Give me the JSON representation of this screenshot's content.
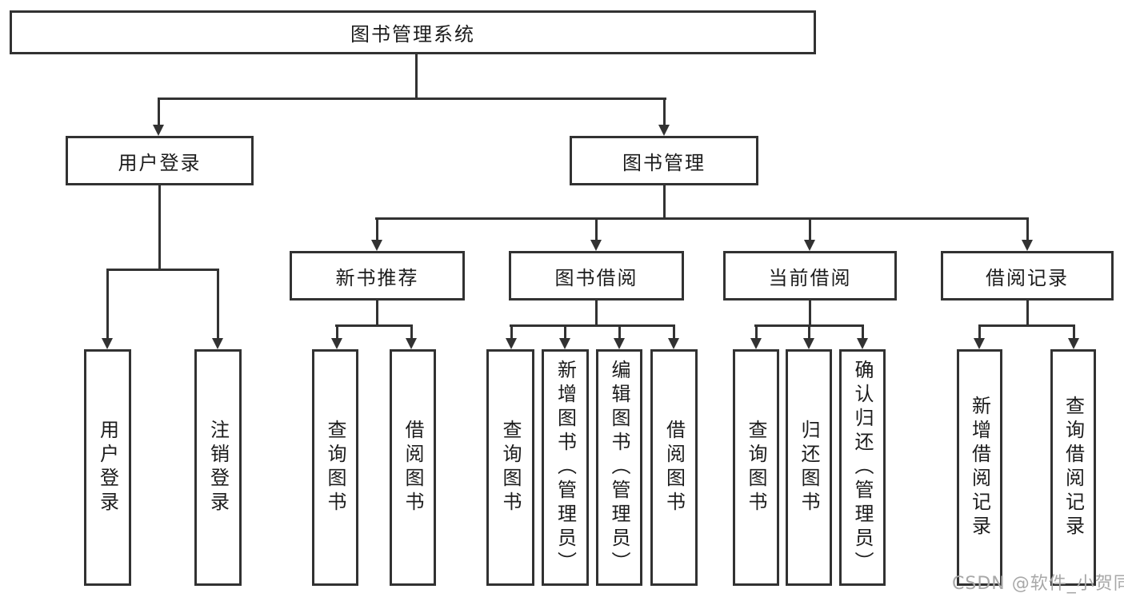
{
  "diagram": {
    "type": "hierarchy",
    "root": {
      "label": "图书管理系统",
      "children": [
        {
          "label": "用户登录",
          "children": [
            {
              "label": "用户登录"
            },
            {
              "label": "注销登录"
            }
          ]
        },
        {
          "label": "图书管理",
          "children": [
            {
              "label": "新书推荐",
              "children": [
                {
                  "label": "查询图书"
                },
                {
                  "label": "借阅图书"
                }
              ]
            },
            {
              "label": "图书借阅",
              "children": [
                {
                  "label": "查询图书"
                },
                {
                  "label": "新增图书（管理员）"
                },
                {
                  "label": "编辑图书（管理员）"
                },
                {
                  "label": "借阅图书"
                }
              ]
            },
            {
              "label": "当前借阅",
              "children": [
                {
                  "label": "查询图书"
                },
                {
                  "label": "归还图书"
                },
                {
                  "label": "确认归还（管理员）"
                }
              ]
            },
            {
              "label": "借阅记录",
              "children": [
                {
                  "label": "新增借阅记录"
                },
                {
                  "label": "查询借阅记录"
                }
              ]
            }
          ]
        }
      ]
    },
    "watermark": "CSDN @软件_小贺同学",
    "colors": {
      "line": "#323232",
      "box_border": "#323232",
      "text": "#1c1c1c",
      "background": "#ffffff",
      "watermark": "#a8a8a8"
    }
  }
}
